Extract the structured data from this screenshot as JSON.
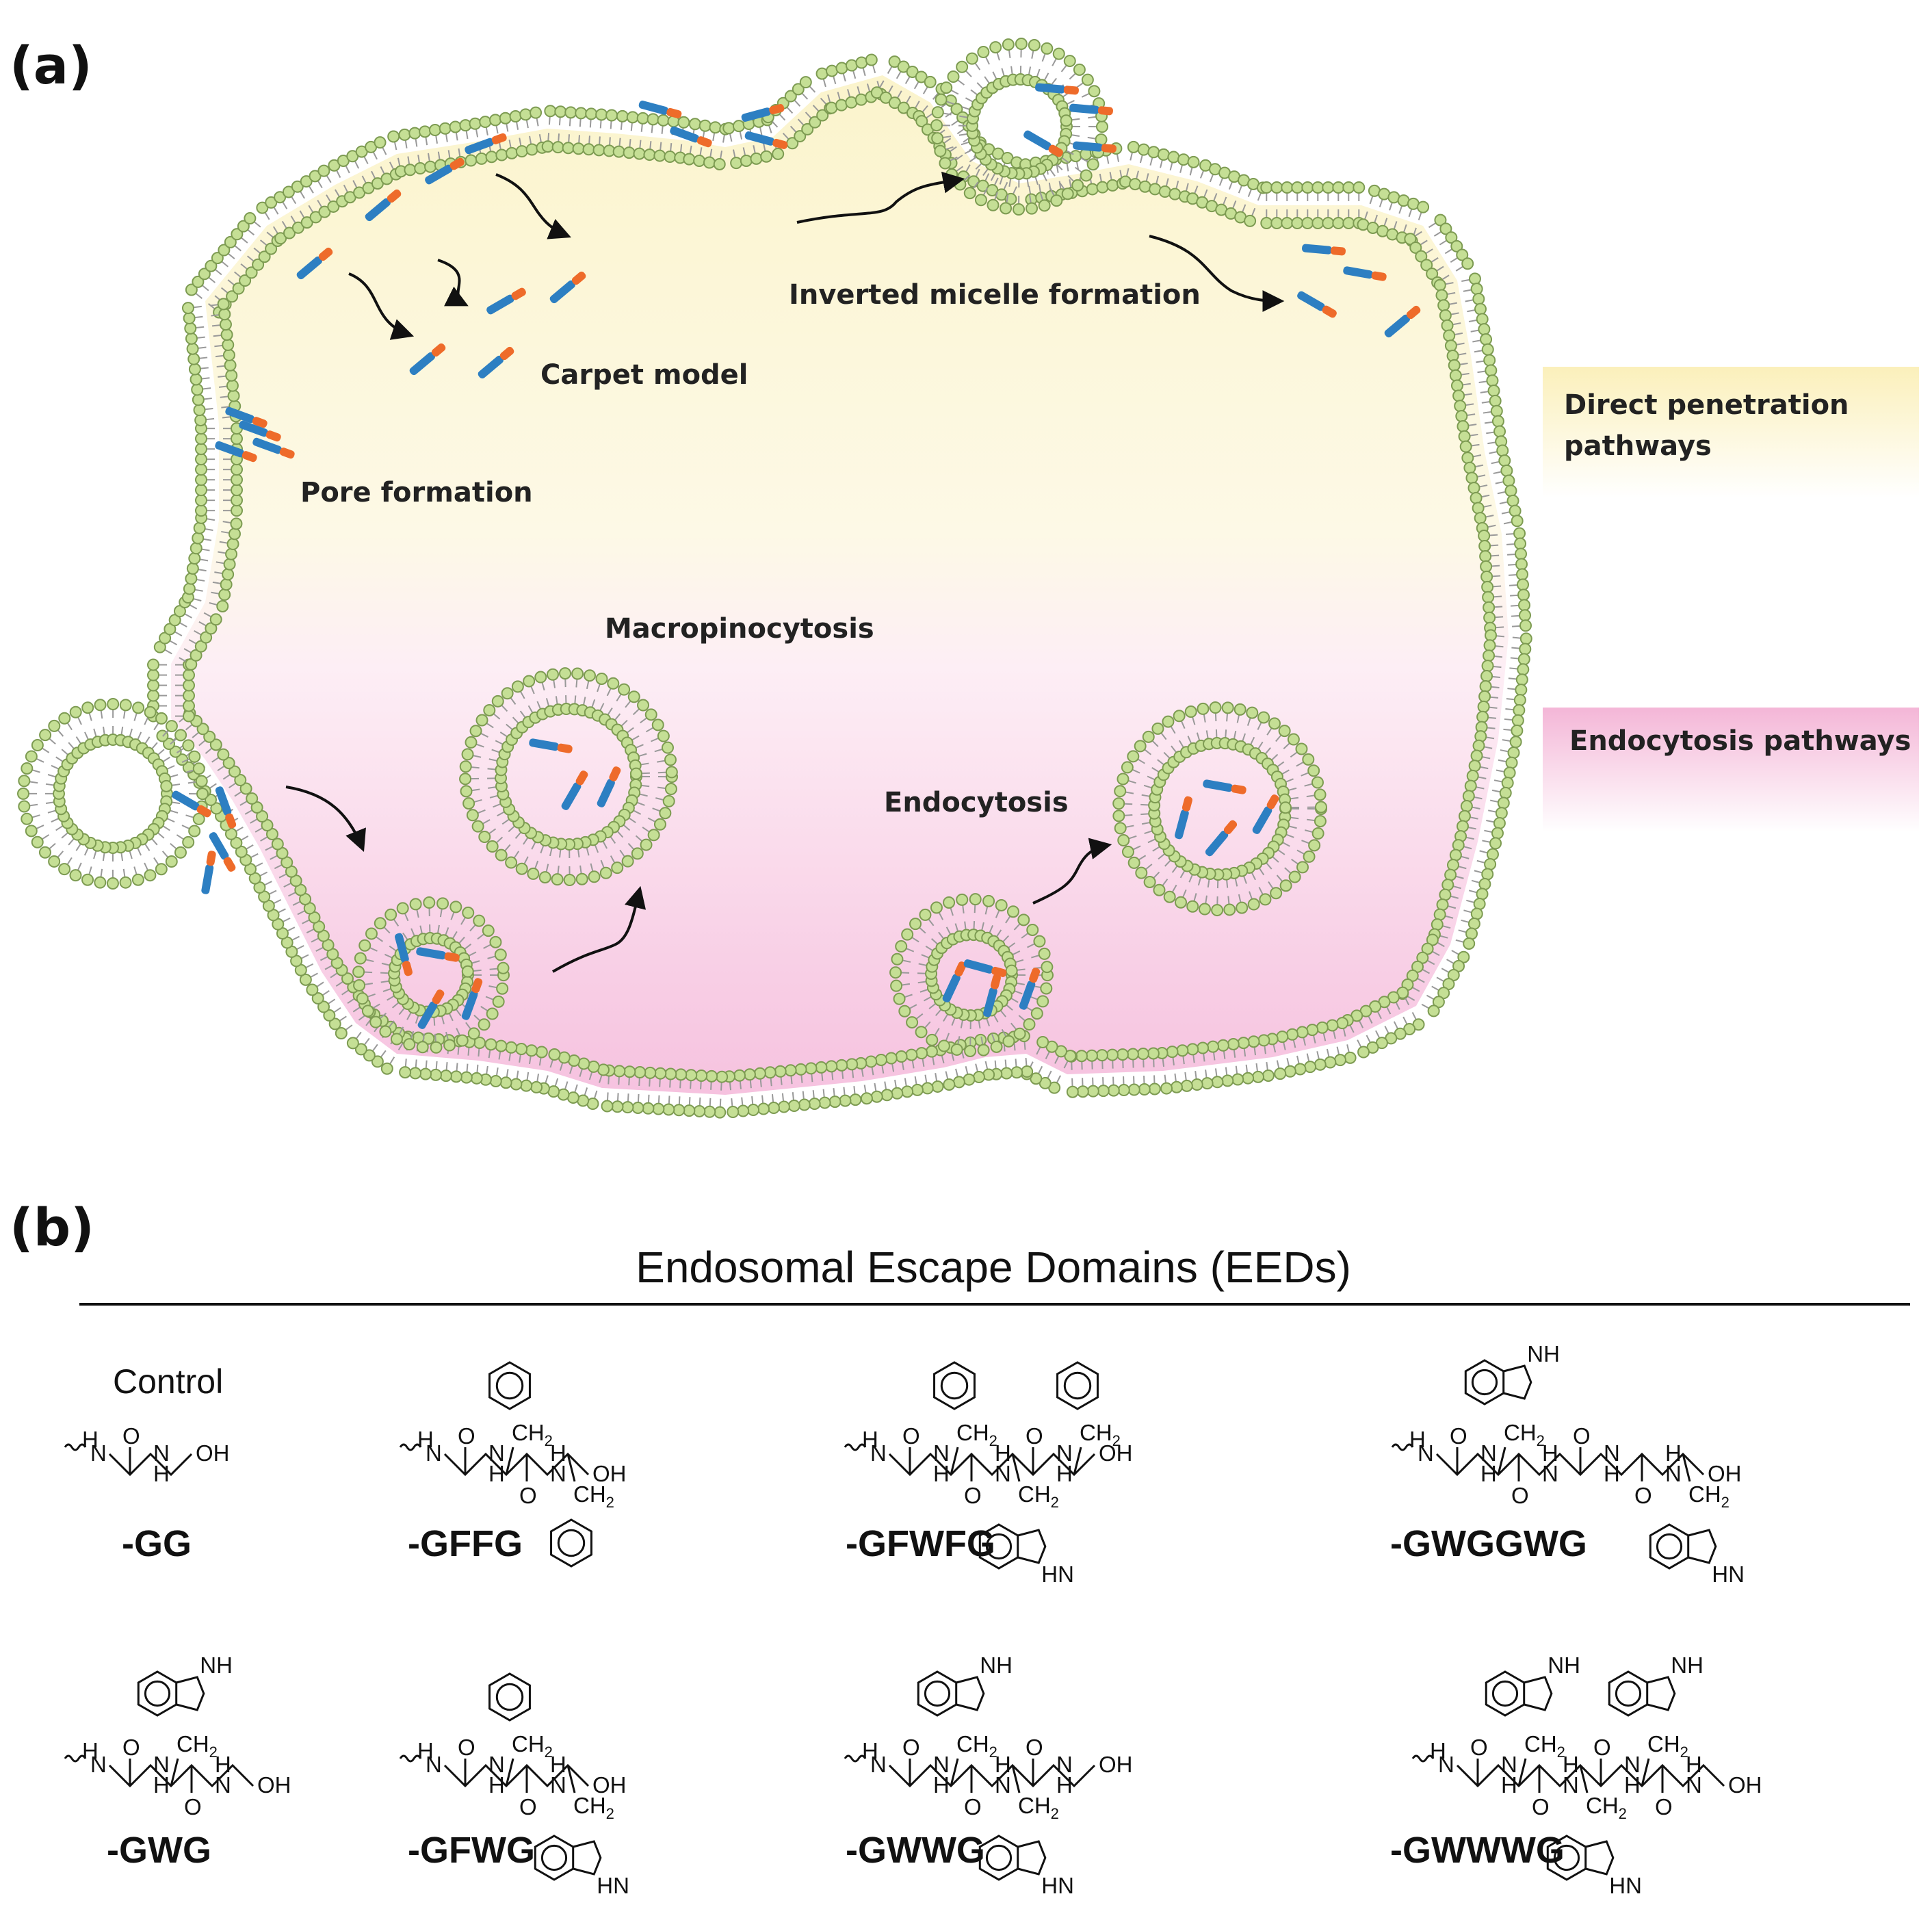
{
  "panel_a": {
    "label": "(a)",
    "labels": {
      "carpet": "Carpet model",
      "inverted": "Inverted micelle formation",
      "pore": "Pore formation",
      "macro": "Macropinocytosis",
      "endo": "Endocytosis"
    },
    "legend": {
      "direct_line1": "Direct penetration",
      "direct_line2": "pathways",
      "endocytosis": "Endocytosis pathways"
    },
    "colors": {
      "lipid_head": "#c5df95",
      "lipid_head_stroke": "#7d9b52",
      "peptide_blue": "#2d7fc2",
      "peptide_orange": "#ee6b2a",
      "direct_bg": "#fbf4cc",
      "endo_bg": "#f8cbe3"
    }
  },
  "panel_b": {
    "label": "(b)",
    "title": "Endosomal Escape Domains (EEDs)",
    "control_label": "Control",
    "compounds": [
      "-GG",
      "-GFFG",
      "-GFWFG",
      "-GWGGWG",
      "-GWG",
      "-GFWG",
      "-GWWG",
      "-GWWWG"
    ],
    "atoms": {
      "nh": "NH",
      "hn": "HN",
      "h": "H",
      "n": "N",
      "o": "O",
      "oh": "OH",
      "ch": "CH",
      "two": "2"
    }
  }
}
